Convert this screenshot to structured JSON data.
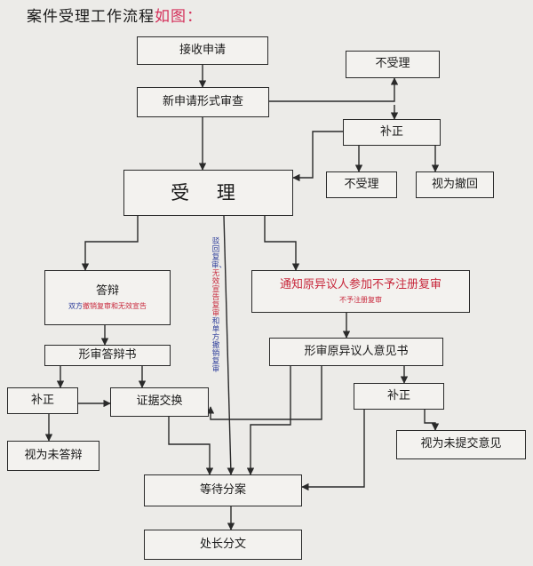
{
  "title": {
    "main": "案件受理工作流程",
    "accent": "如图："
  },
  "nodes": {
    "receive": "接收申请",
    "form_review": "新申请形式审查",
    "reject_top": "不受理",
    "supplement_top": "补正",
    "reject_mid": "不受理",
    "withdraw": "视为撤回",
    "accept": "受 理",
    "answer": "答辩",
    "answer_sub_a": "双方",
    "answer_sub_b": "撤销复审和无效宣告",
    "notify": "通知原异议人参加不予注册复审",
    "notify_sub": "不予注册复审",
    "review_answer": "形审答辩书",
    "review_opinion": "形审原异议人意见书",
    "supplement_left": "补正",
    "evidence": "证据交换",
    "supplement_right": "补正",
    "no_answer": "视为未答辩",
    "no_opinion": "视为未提交意见",
    "wait": "等待分案",
    "division": "处长分文"
  },
  "vertical_label": {
    "part1": "驳回复审、",
    "part2": "无效宣告复审",
    "part3": "和单方撤销复审"
  },
  "colors": {
    "line": "#2a2a2a",
    "red": "#c8283c",
    "blue": "#2c3c9a",
    "accent": "#d4305a",
    "background": "#ecebe8"
  }
}
